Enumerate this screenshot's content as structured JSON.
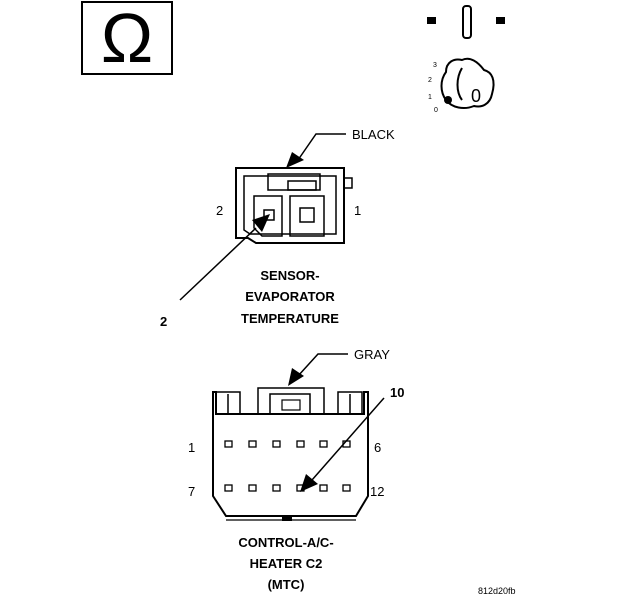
{
  "symbols": {
    "ohm_glyph": "Ω",
    "ignition_position": "0",
    "ignition_scale": [
      "3",
      "2",
      "1",
      "0"
    ]
  },
  "connector1": {
    "color": "BLACK",
    "pin_left": "2",
    "pin_right": "1",
    "callout": "2",
    "name_lines": [
      "SENSOR-",
      "EVAPORATOR",
      "TEMPERATURE"
    ]
  },
  "connector2": {
    "color": "GRAY",
    "callout": "10",
    "pin_top_left": "1",
    "pin_top_right": "6",
    "pin_bottom_left": "7",
    "pin_bottom_right": "12",
    "name_lines": [
      "CONTROL-A/C-",
      "HEATER C2",
      "(MTC)"
    ]
  },
  "figure_id": "812d20fb"
}
